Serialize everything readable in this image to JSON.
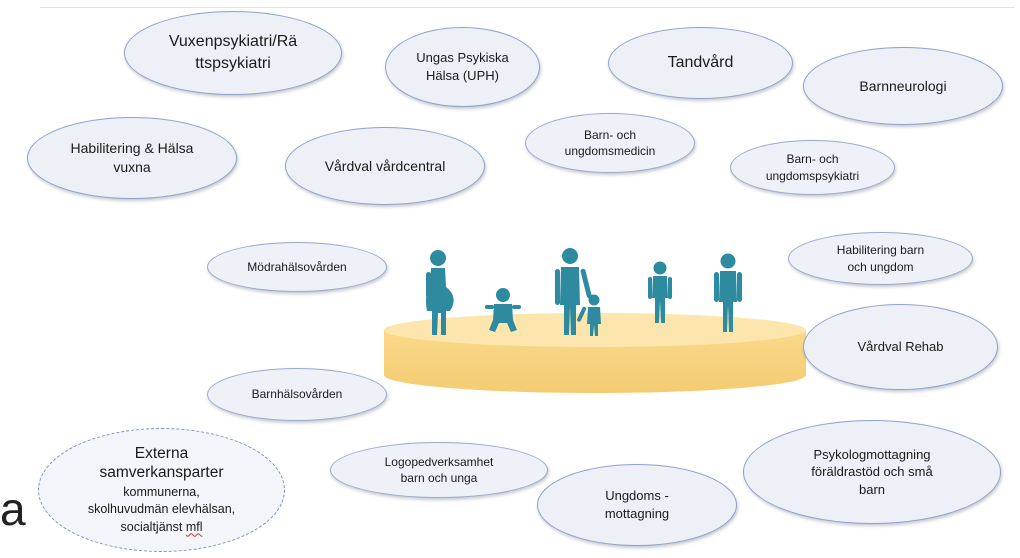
{
  "nodes": {
    "vuxenpsykiatri": "Vuxenpsykiatri/Rä\nttspsykiatri",
    "ungas_psykiska": "Ungas Psykiska\nHälsa (UPH)",
    "tandvard": "Tandvård",
    "barnneurologi": "Barnneurologi",
    "habilitering_vuxna": "Habilitering & Hälsa\nvuxna",
    "vardval_vardcentral": "Vårdval vårdcentral",
    "barn_ungdomsmedicin": "Barn- och\nungdomsmedicin",
    "barn_ungdomspsykiatri": "Barn- och\nungdomspsykiatri",
    "modrahalsovarden": "Mödrahälsovården",
    "habilitering_barn": "Habilitering barn\noch ungdom",
    "vardval_rehab": "Vårdval Rehab",
    "barnhalsovarden": "Barnhälsovården",
    "logopedverksamhet": "Logopedverksamhet\nbarn och unga",
    "ungdomsmottagning": "Ungdoms -\nmottagning",
    "psykologmottagning": "Psykologmottagning\nföräldrastöd och små\nbarn"
  },
  "external": {
    "title": "Externa\nsamverkansparter",
    "line1": "kommunerna,",
    "line2": "skolhuvudmän elevhälsan,",
    "line3_main": "socialtjänst ",
    "line3_mfl": "mfl"
  },
  "corner_letter": "a",
  "colors": {
    "ellipse_fill": "#edf0f6",
    "ellipse_border": "#8fa3c7",
    "platform": "#fbd98a",
    "figure": "#2e8a9e"
  }
}
